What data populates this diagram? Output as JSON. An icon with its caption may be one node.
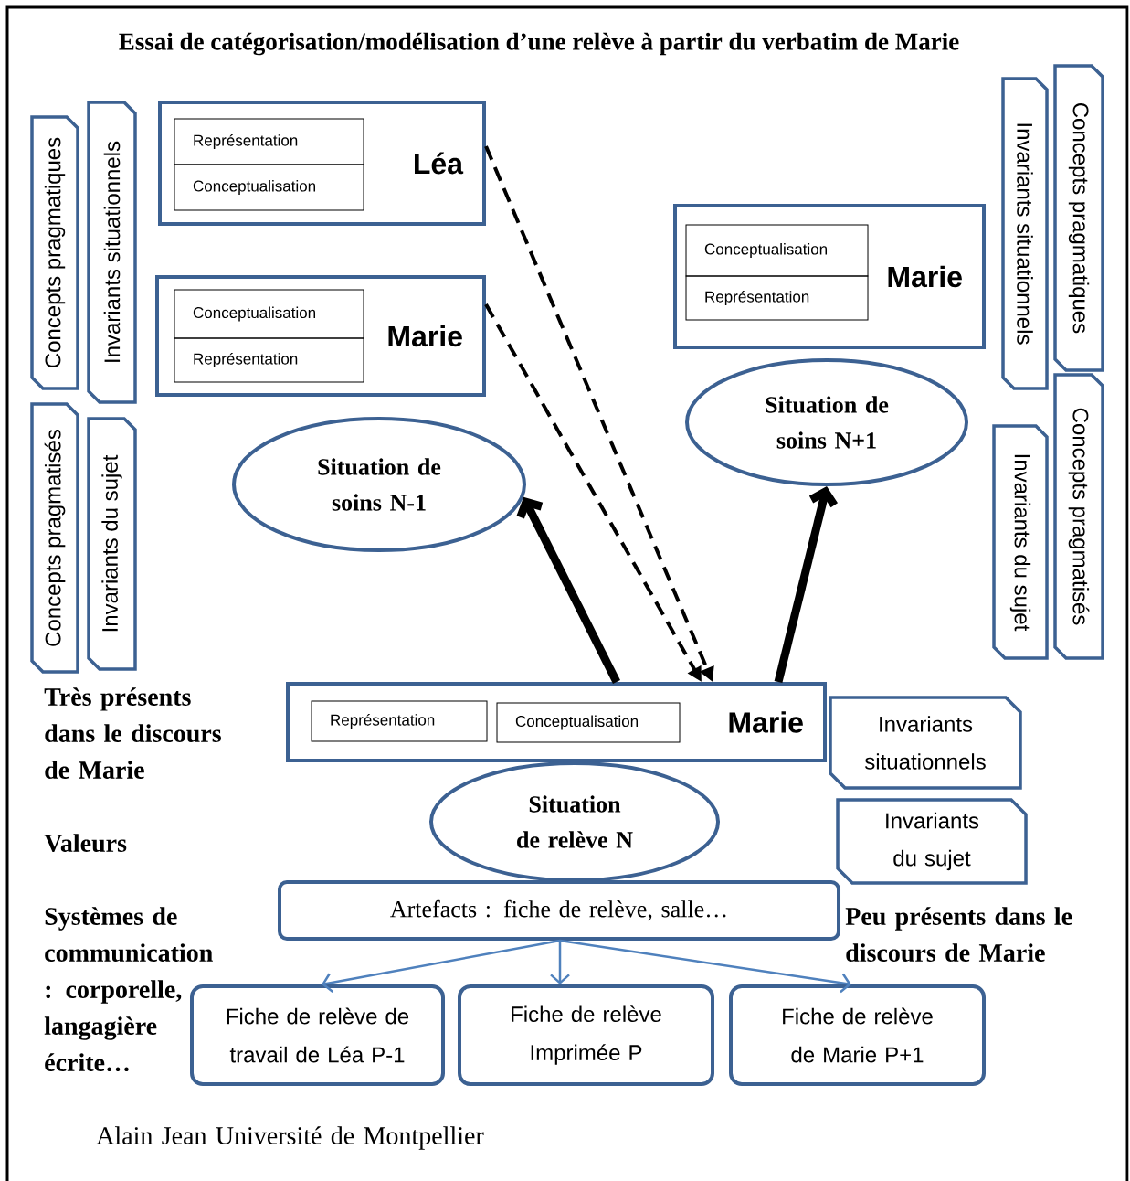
{
  "diagram": {
    "title": "Essai de catégorisation/modélisation d’une relève à partir du verbatim de Marie",
    "nodes": [
      {
        "text": [
          "Concepts pragmatiques"
        ]
      },
      {
        "text": [
          "Invariants situationnels"
        ]
      },
      {
        "text": [
          "Concepts pragmatisés"
        ]
      },
      {
        "text": [
          "Invariants du sujet"
        ]
      },
      {
        "text": [
          "Léa"
        ]
      },
      {
        "text": [
          "Représentation"
        ],
        "in": 4
      },
      {
        "text": [
          "Conceptualisation"
        ],
        "in": 4
      },
      {
        "text": [
          "Marie"
        ]
      },
      {
        "text": [
          "Conceptualisation"
        ],
        "in": 7
      },
      {
        "text": [
          "Représentation"
        ],
        "in": 7
      },
      {
        "text": [
          "Situation de soins N-1"
        ]
      },
      {
        "text": [
          "Marie"
        ]
      },
      {
        "text": [
          "Conceptualisation"
        ],
        "in": 11
      },
      {
        "text": [
          "Représentation"
        ],
        "in": 11
      },
      {
        "text": [
          "Situation de soins N+1"
        ]
      },
      {
        "text": [
          "Concepts pragmatiques"
        ]
      },
      {
        "text": [
          "Invariants situationnels"
        ]
      },
      {
        "text": [
          "Concepts pragmatisés"
        ]
      },
      {
        "text": [
          "Invariants du sujet"
        ]
      },
      {
        "text": [
          "Marie"
        ]
      },
      {
        "text": [
          "Représentation"
        ],
        "in": 19
      },
      {
        "text": [
          "Conceptualisation"
        ],
        "in": 19
      },
      {
        "text": [
          "Situation de relève N"
        ]
      },
      {
        "text": [
          "Invariants situationnels"
        ]
      },
      {
        "text": [
          "Invariants du sujet"
        ]
      },
      {
        "text": [
          "Artefacts : fiche de relève, salle…"
        ]
      },
      {
        "text": [
          "Fiche de relève de travail de Léa P-1"
        ]
      },
      {
        "text": [
          "Fiche de relève Imprimée P"
        ]
      },
      {
        "text": [
          "Fiche de relève de Marie P+1"
        ]
      }
    ],
    "edges": [
      {
        "from": 4,
        "to": 19,
        "arrow": "to",
        "style": "dashed"
      },
      {
        "from": 7,
        "to": 19,
        "arrow": "to",
        "style": "dashed"
      },
      {
        "from": 19,
        "to": 10,
        "arrow": "to",
        "style": "thick"
      },
      {
        "from": 19,
        "to": 14,
        "arrow": "to",
        "style": "thick"
      },
      {
        "from": 25,
        "to": 26,
        "arrow": "to",
        "color": "#4f81bd"
      },
      {
        "from": 25,
        "to": 27,
        "arrow": "to",
        "color": "#4f81bd"
      },
      {
        "from": 25,
        "to": 28,
        "arrow": "to",
        "color": "#4f81bd"
      }
    ],
    "labels": [
      "Très présents dans le discours de Marie",
      "Valeurs",
      "Systèmes de communication : corporelle, langagière écrite…",
      "Peu présents dans le discours de Marie",
      "Alain Jean Université de Montpellier"
    ]
  }
}
